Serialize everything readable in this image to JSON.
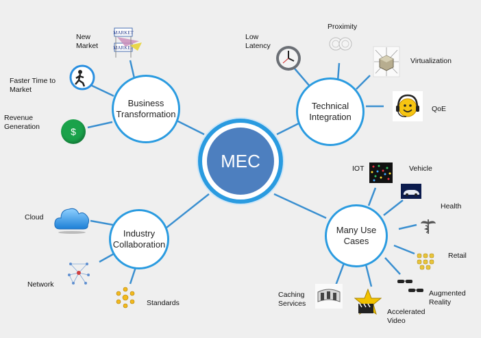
{
  "center": {
    "label": "MEC"
  },
  "hubs": {
    "business": "Business\nTransformation",
    "technical": "Technical\nIntegration",
    "industry": "Industry\nCollaboration",
    "usecases": "Many Use\nCases"
  },
  "business_items": {
    "new_market": "New\nMarket",
    "faster_time": "Faster Time to\nMarket",
    "revenue": "Revenue\nGeneration",
    "market_logo_text": "MARKET"
  },
  "technical_items": {
    "low_latency": "Low\nLatency",
    "proximity": "Proximity",
    "virtualization": "Virtualization",
    "qoe": "QoE"
  },
  "industry_items": {
    "cloud": "Cloud",
    "network": "Network",
    "standards": "Standards"
  },
  "usecase_items": {
    "iot": "IOT",
    "vehicle": "Vehicle",
    "health": "Health",
    "retail": "Retail",
    "ar": "Augmented\nReality",
    "video": "Accelerated\nVideo",
    "caching": "Caching\nServices"
  },
  "icons": {
    "dollar_symbol": "$"
  },
  "colors": {
    "background": "#efefef",
    "ring": "#2a9be0",
    "mec_fill": "#4d7fbf",
    "connector": "#3a8fd0"
  }
}
